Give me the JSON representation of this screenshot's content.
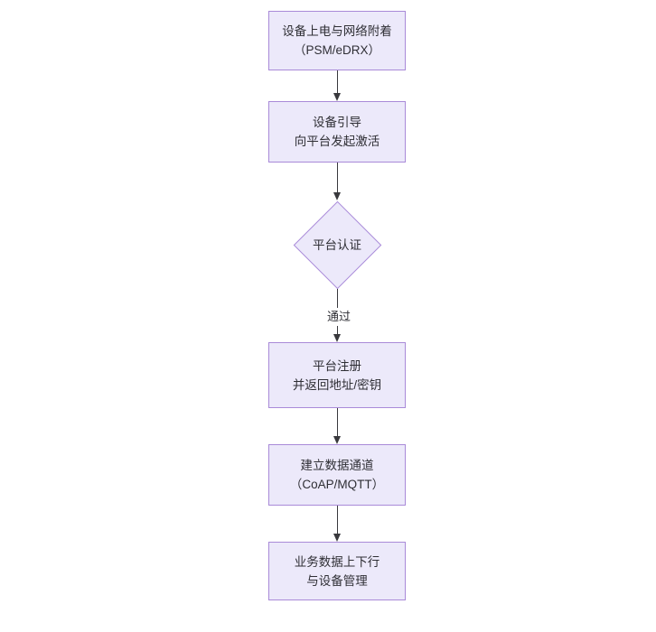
{
  "diagram": {
    "type": "flowchart",
    "orientation": "top-to-bottom",
    "background_color": "#ffffff",
    "node_fill_color": "#ece9fa",
    "node_border_color": "#a98ad8",
    "text_color": "#2f2f35",
    "edge_color": "#39393d",
    "nodes": [
      {
        "id": "power-on",
        "shape": "rectangle",
        "lines": [
          "设备上电与网络附着",
          "（PSM/eDRX）"
        ]
      },
      {
        "id": "bootstrap",
        "shape": "rectangle",
        "lines": [
          "设备引导",
          "向平台发起激活"
        ]
      },
      {
        "id": "platform-auth",
        "shape": "diamond",
        "lines": [
          "平台认证"
        ]
      },
      {
        "id": "platform-register",
        "shape": "rectangle",
        "lines": [
          "平台注册",
          "并返回地址/密钥"
        ]
      },
      {
        "id": "data-channel",
        "shape": "rectangle",
        "lines": [
          "建立数据通道",
          "（CoAP/MQTT）"
        ]
      },
      {
        "id": "business-data",
        "shape": "rectangle",
        "lines": [
          "业务数据上下行",
          "与设备管理"
        ]
      }
    ],
    "edges": [
      {
        "id": "e1",
        "from": "power-on",
        "to": "bootstrap",
        "label": ""
      },
      {
        "id": "e2",
        "from": "bootstrap",
        "to": "platform-auth",
        "label": ""
      },
      {
        "id": "e3",
        "from": "platform-auth",
        "to": "platform-register",
        "label": "通过"
      },
      {
        "id": "e4",
        "from": "platform-register",
        "to": "data-channel",
        "label": ""
      },
      {
        "id": "e5",
        "from": "data-channel",
        "to": "business-data",
        "label": ""
      }
    ]
  }
}
